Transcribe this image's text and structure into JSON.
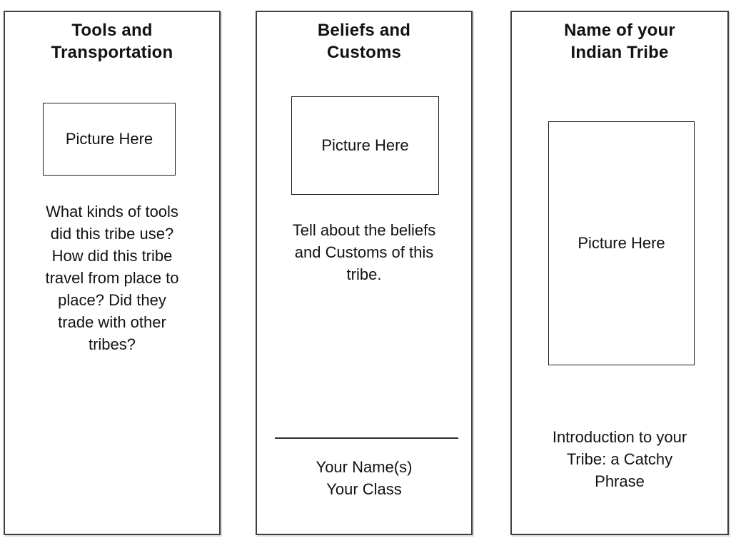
{
  "document": {
    "background": "#ffffff",
    "panel_border_color": "#3f3f3f",
    "box_border_color": "#1c1c1c",
    "text_color": "#121212"
  },
  "panels": [
    {
      "id": "tools-and-transportation",
      "title": "Tools and\nTransportation",
      "picture_placeholder": "Picture Here",
      "body": "What kinds of tools\ndid this tribe use?\nHow did this tribe\ntravel from place to\nplace? Did they\ntrade with other\ntribes?"
    },
    {
      "id": "beliefs-and-customs",
      "title": "Beliefs and\nCustoms",
      "picture_placeholder": "Picture Here",
      "body": "Tell about the beliefs\nand Customs of this\ntribe.",
      "signature": "Your Name(s)\nYour Class"
    },
    {
      "id": "name-of-your-indian-tribe",
      "title": "Name of your\nIndian Tribe",
      "picture_placeholder": "Picture Here",
      "body": "Introduction to your\nTribe: a Catchy\nPhrase"
    }
  ]
}
